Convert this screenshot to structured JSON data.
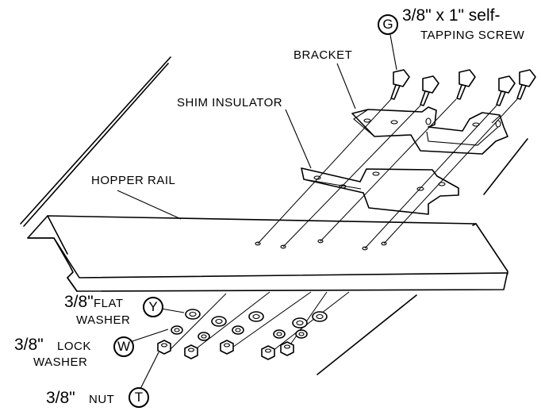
{
  "parts": {
    "screw": {
      "callout": "G",
      "line1": "3/8\" x 1\" self-",
      "line2": "tapping screw"
    },
    "bracket": "BRACKET",
    "shim": "SHIM INSULATOR",
    "rail": "HOPPER RAIL",
    "flat_washer": {
      "size": "3/8\"",
      "name1": "flat",
      "name2": "washer",
      "callout": "Y"
    },
    "lock_washer": {
      "size": "3/8\"",
      "name1": "lock",
      "name2": "washer",
      "callout": "W"
    },
    "nut": {
      "size": "3/8\"",
      "name": "nut",
      "callout": "T"
    }
  }
}
